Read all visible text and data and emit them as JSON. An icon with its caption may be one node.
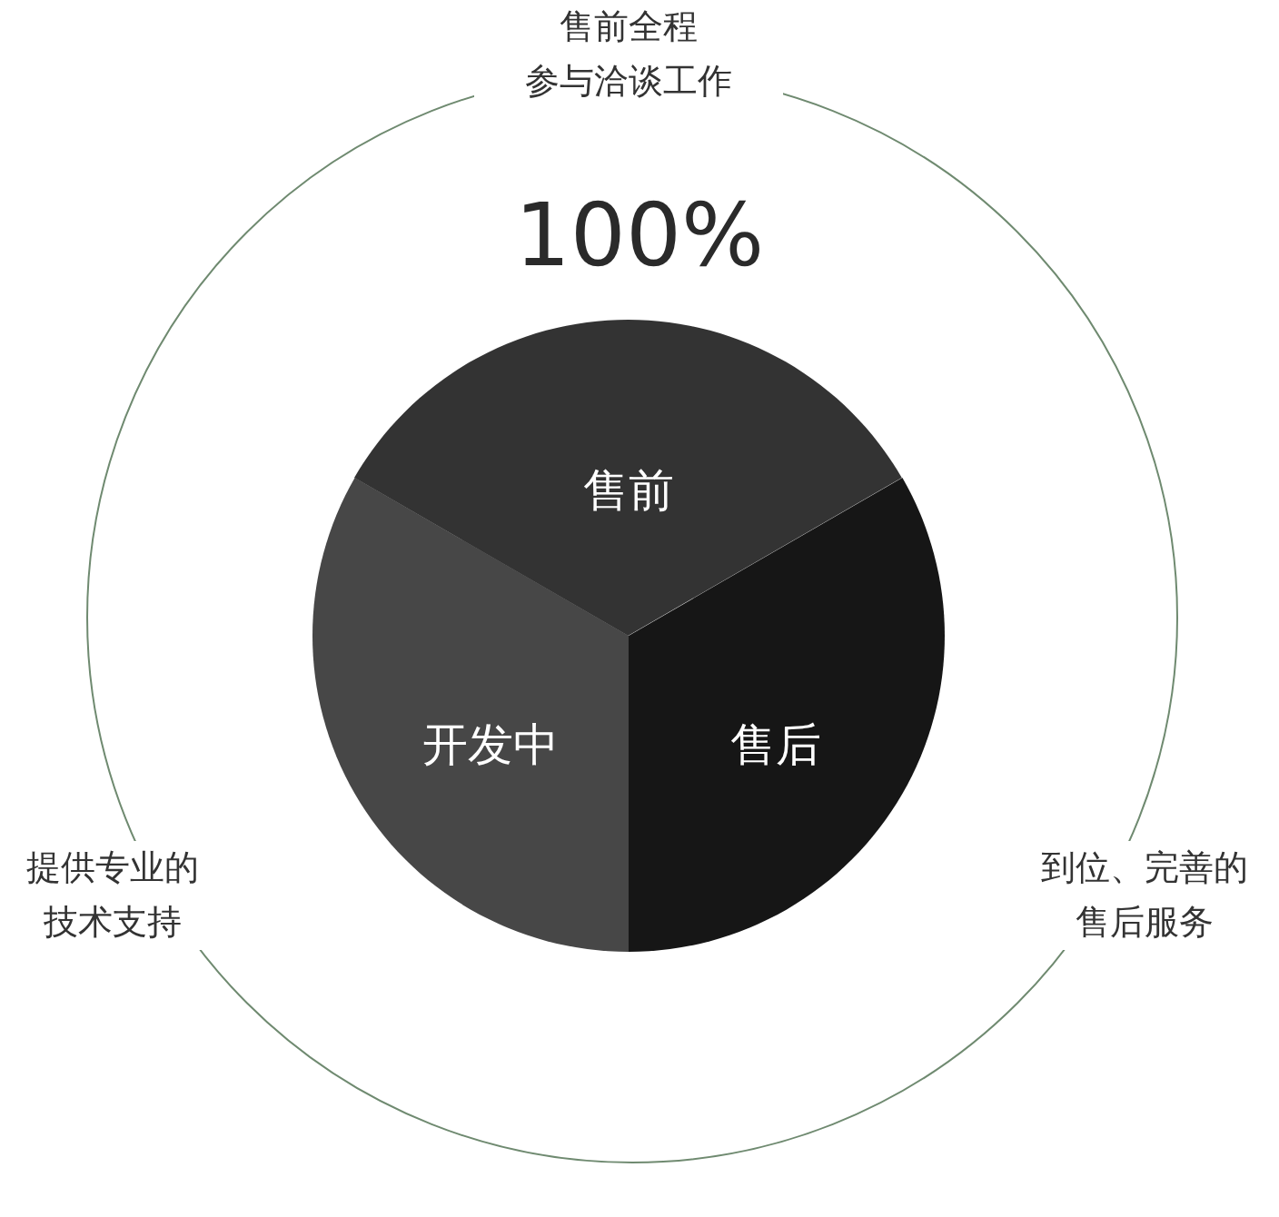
{
  "diagram": {
    "nodes": [
      {
        "text": [
          "售前"
        ]
      },
      {
        "text": [
          "开发中"
        ]
      },
      {
        "text": [
          "售后"
        ]
      }
    ],
    "labels": [
      "售前全程参与洽谈工作",
      "100%",
      "提供专业的技术支持",
      "到位、完善的售后服务"
    ]
  }
}
